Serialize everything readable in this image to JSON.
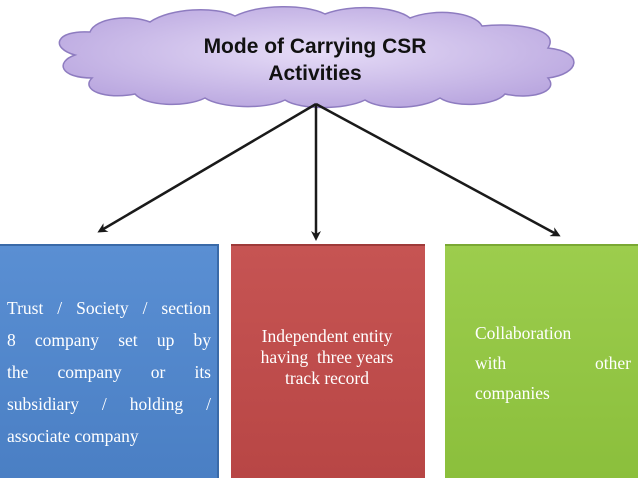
{
  "diagram": {
    "title_line1": "Mode of Carrying CSR",
    "title_line2": "Activities",
    "branches": [
      {
        "lines": [
          "Trust / Society / section",
          "8 company set up by",
          "the company or its",
          "subsidiary / holding /",
          "associate company"
        ]
      },
      {
        "lines": [
          "Independent entity",
          "having  three years",
          "track record"
        ]
      },
      {
        "line1": "Collaboration",
        "line2_left": "with",
        "line2_right": "other",
        "line3": "companies"
      }
    ]
  },
  "colors": {
    "cloud_fill": "#c8b8e6",
    "cloud_stroke": "#8e7cc0",
    "box_blue": "#4f86c9",
    "box_red": "#c0504d",
    "box_green": "#93c648",
    "arrow": "#1a1a1a"
  }
}
